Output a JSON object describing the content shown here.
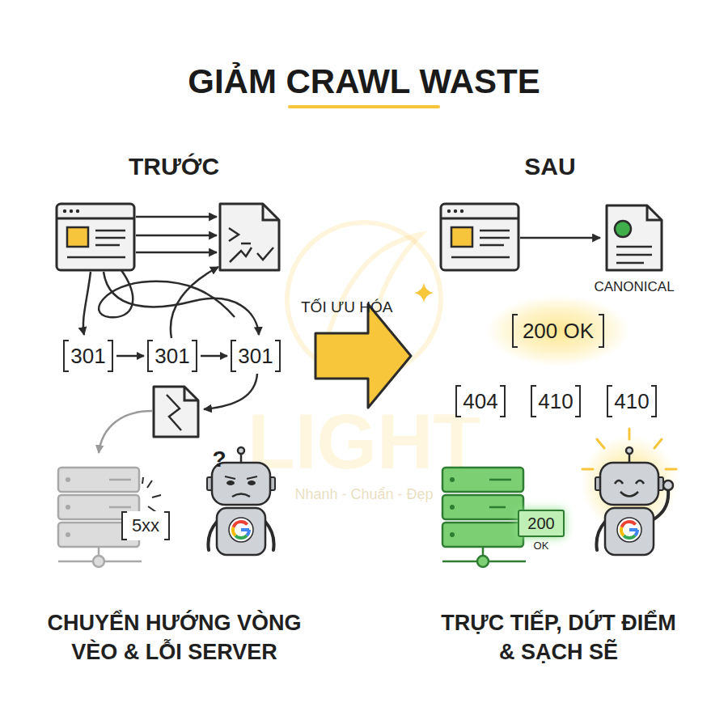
{
  "diagram": {
    "title": "GIẢM CRAWL WASTE",
    "nodes": [
      {
        "text": [
          "301"
        ]
      },
      {
        "text": [
          "301"
        ]
      },
      {
        "text": [
          "301"
        ]
      },
      {
        "text": [
          "5xx"
        ]
      },
      {
        "text": [
          "CANONICAL"
        ]
      },
      {
        "text": [
          "200 OK"
        ]
      },
      {
        "text": [
          "404"
        ]
      },
      {
        "text": [
          "410"
        ]
      },
      {
        "text": [
          "410"
        ]
      },
      {
        "text": [
          "200",
          "OK"
        ]
      }
    ],
    "edges": [
      {
        "from": 0,
        "to": 1,
        "arrow": "to"
      },
      {
        "from": 1,
        "to": 2,
        "arrow": "to"
      }
    ],
    "labels": [
      "TRƯỚC",
      "SAU",
      "TỐI ƯU HÓA",
      "?",
      "CHUYỂN HƯỚNG VÒNG VÈO & LỖI SERVER",
      "TRỰC TIẾP, DỨT ĐIỂM & SẠCH SẼ",
      "LIGHT",
      "Nhanh - Chuẩn - Đẹp"
    ]
  }
}
